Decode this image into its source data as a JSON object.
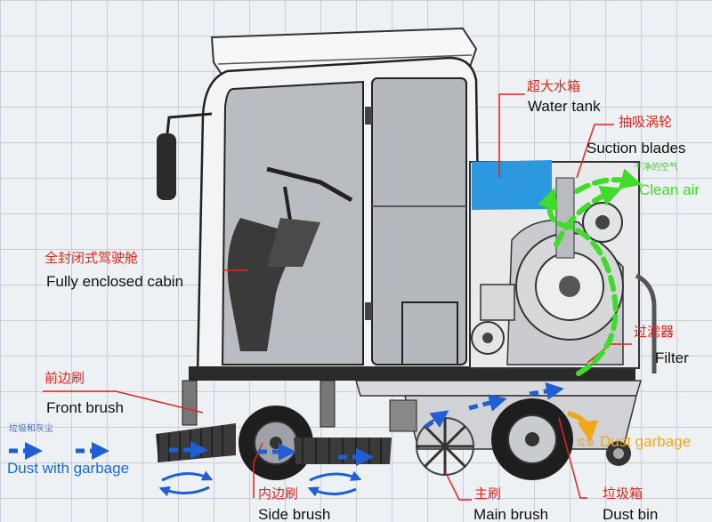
{
  "labels": {
    "water_tank": {
      "cn": "超大水箱",
      "en": "Water tank"
    },
    "suction_blades": {
      "cn": "抽吸涡轮",
      "en": "Suction blades"
    },
    "clean_air": {
      "cn": "干净的空气",
      "en": "Clean air"
    },
    "cabin": {
      "cn": "全封闭式驾驶舱",
      "en": "Fully enclosed cabin"
    },
    "filter": {
      "cn": "过滤器",
      "en": "Filter"
    },
    "front_brush": {
      "cn": "前边刷",
      "en": "Front brush"
    },
    "dust_in": {
      "cn": "垃圾和灰尘",
      "en": "Dust with garbage"
    },
    "dust_garbage": {
      "cn": "垃圾",
      "en": "Dust garbage"
    },
    "side_brush": {
      "cn": "内边刷",
      "en": "Side brush"
    },
    "main_brush": {
      "cn": "主刷",
      "en": "Main brush"
    },
    "dust_bin": {
      "cn": "垃圾箱",
      "en": "Dust bin"
    }
  },
  "colors": {
    "label_cn": "#e4231b",
    "leader_line": "#e4231b",
    "air_flow_arrow": "#3fdc2a",
    "dust_flow_arrow": "#1f5fd6",
    "water_tank_fill": "#2b98e0",
    "dust_bin_arrow": "#f0a81a"
  }
}
